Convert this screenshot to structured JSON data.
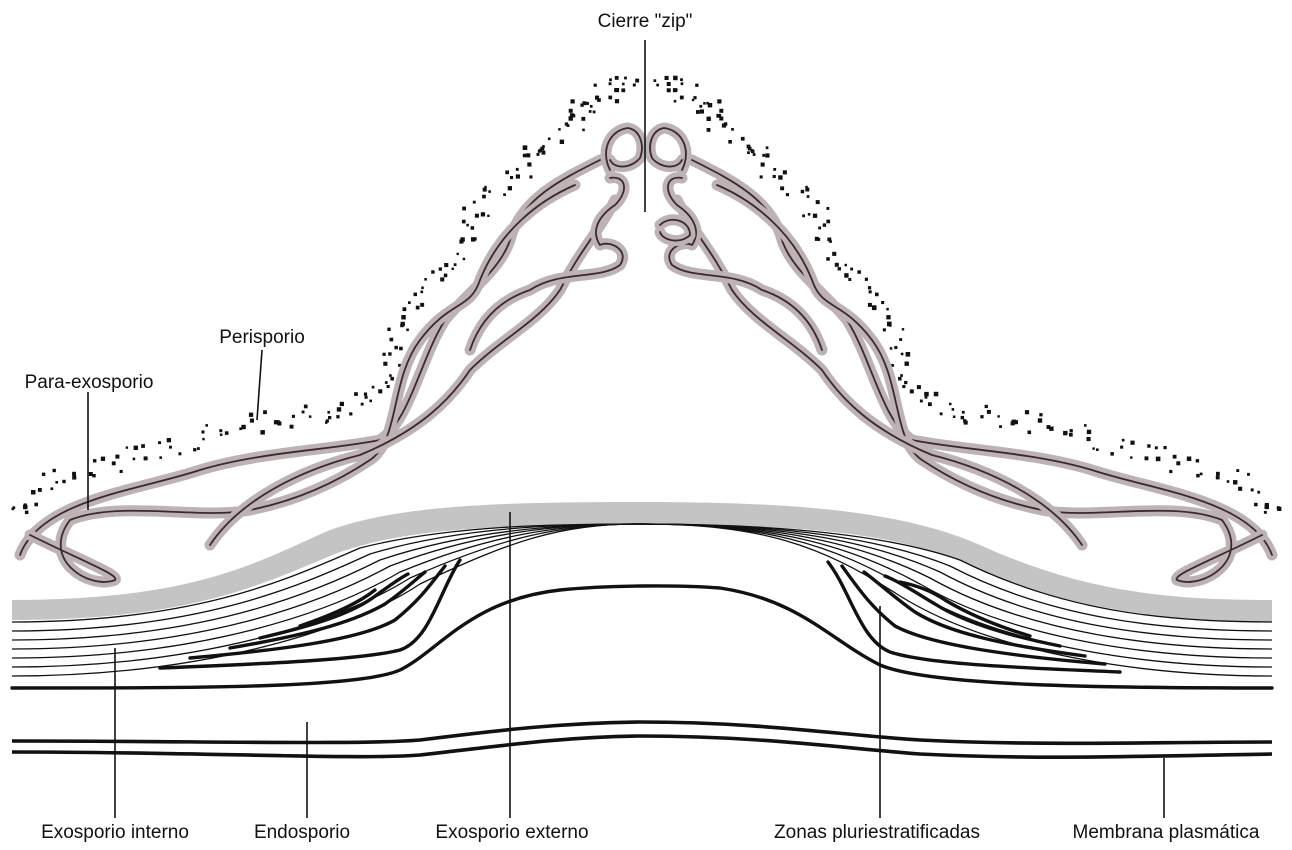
{
  "labels": {
    "cierre_zip": "Cierre \"zip\"",
    "perisporio": "Perisporio",
    "para_exosporio": "Para-exosporio",
    "exosporio_interno": "Exosporio interno",
    "endosporio": "Endosporio",
    "exosporio_externo": "Exosporio externo",
    "zonas_pluriestratificadas": "Zonas pluriestratificadas",
    "membrana_plasmatica": "Membrana plasmática"
  },
  "colors": {
    "exosporio_externo_fill": "#c4c4c4",
    "strand_halo": "#bdb2b6",
    "strand_core": "#3a2a2a",
    "ink": "#111111"
  }
}
